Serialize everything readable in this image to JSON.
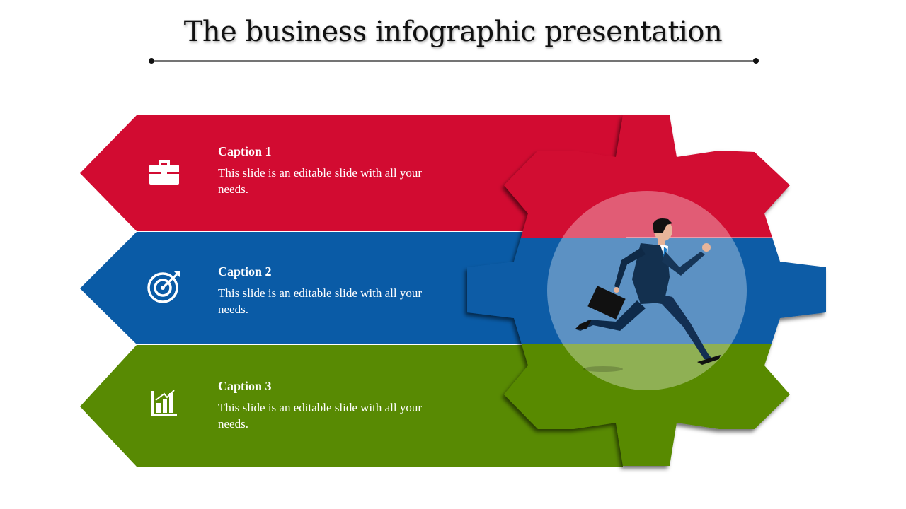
{
  "slide": {
    "title": "The business infographic presentation"
  },
  "rows": [
    {
      "caption": "Caption 1",
      "text": "This slide is an editable slide with all your needs.",
      "color": "#D20B31",
      "icon": "briefcase-icon"
    },
    {
      "caption": "Caption 2",
      "text": "This slide is an editable slide with all your needs.",
      "color": "#0A5BA6",
      "icon": "target-icon"
    },
    {
      "caption": "Caption 3",
      "text": "This slide is an editable slide with all your needs.",
      "color": "#588A03",
      "icon": "bar-chart-icon"
    }
  ]
}
